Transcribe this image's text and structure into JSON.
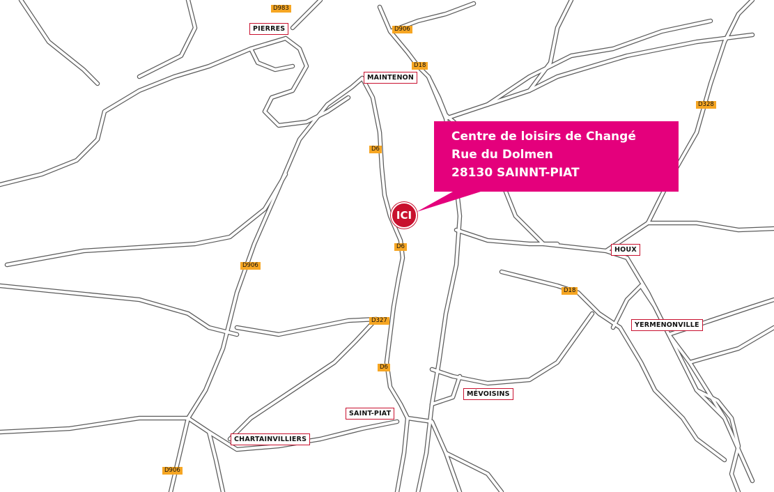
{
  "callout": {
    "line1": "Centre de loisirs de Changé",
    "line2": "Rue du Dolmen",
    "line3": "28130 SAINNT-PIAT",
    "color": "#e4007c"
  },
  "marker": {
    "label": "ICI",
    "color": "#c8102e"
  },
  "towns": [
    {
      "id": "pierres",
      "name": "PIERRES"
    },
    {
      "id": "maintenon",
      "name": "MAINTENON"
    },
    {
      "id": "houx",
      "name": "HOUX"
    },
    {
      "id": "yermenonville",
      "name": "YERMENONVILLE"
    },
    {
      "id": "mevoisins",
      "name": "MÉVOISINS"
    },
    {
      "id": "saint-piat",
      "name": "SAINT-PIAT"
    },
    {
      "id": "chartainvilliers",
      "name": "CHARTAINVILLIERS"
    }
  ],
  "roads": [
    {
      "id": "d983",
      "label": "D983"
    },
    {
      "id": "d906-north",
      "label": "D906"
    },
    {
      "id": "d18-north",
      "label": "D18"
    },
    {
      "id": "d328",
      "label": "D328"
    },
    {
      "id": "d6-upper",
      "label": "D6"
    },
    {
      "id": "d6-middle",
      "label": "D6"
    },
    {
      "id": "d906-west",
      "label": "D906"
    },
    {
      "id": "d18-east",
      "label": "D18"
    },
    {
      "id": "d327",
      "label": "D327"
    },
    {
      "id": "d6-lower",
      "label": "D6"
    },
    {
      "id": "d906-south",
      "label": "D906"
    }
  ],
  "colors": {
    "town_border": "#c8102e",
    "road_label": "#f6a623",
    "road_case": "#5b5b5b"
  }
}
